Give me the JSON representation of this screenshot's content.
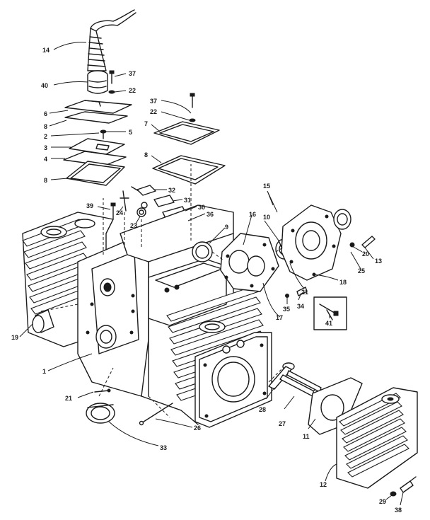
{
  "callouts": {
    "c14": "14",
    "c40": "40",
    "c37a": "37",
    "c22a": "22",
    "c37b": "37",
    "c22b": "22",
    "c6": "6",
    "c8a": "8",
    "c2": "2",
    "c5": "5",
    "c7": "7",
    "c3": "3",
    "c4": "4",
    "c8b": "8",
    "c8c": "8",
    "c32": "32",
    "c39": "39",
    "c24": "24",
    "c31": "31",
    "c30": "30",
    "c23": "23",
    "c36": "36",
    "c15": "15",
    "c16": "16",
    "c10": "10",
    "c9": "9",
    "c20": "20",
    "c13": "13",
    "c25": "25",
    "c18": "18",
    "c21a": "21",
    "c17": "17",
    "c35": "35",
    "c34": "34",
    "c41": "41",
    "c19": "19",
    "c1": "1",
    "c28a": "28",
    "c27": "27",
    "c11": "11",
    "c21b": "21",
    "c26": "26",
    "c33": "33",
    "c12": "12",
    "c29": "29",
    "c38": "38"
  }
}
